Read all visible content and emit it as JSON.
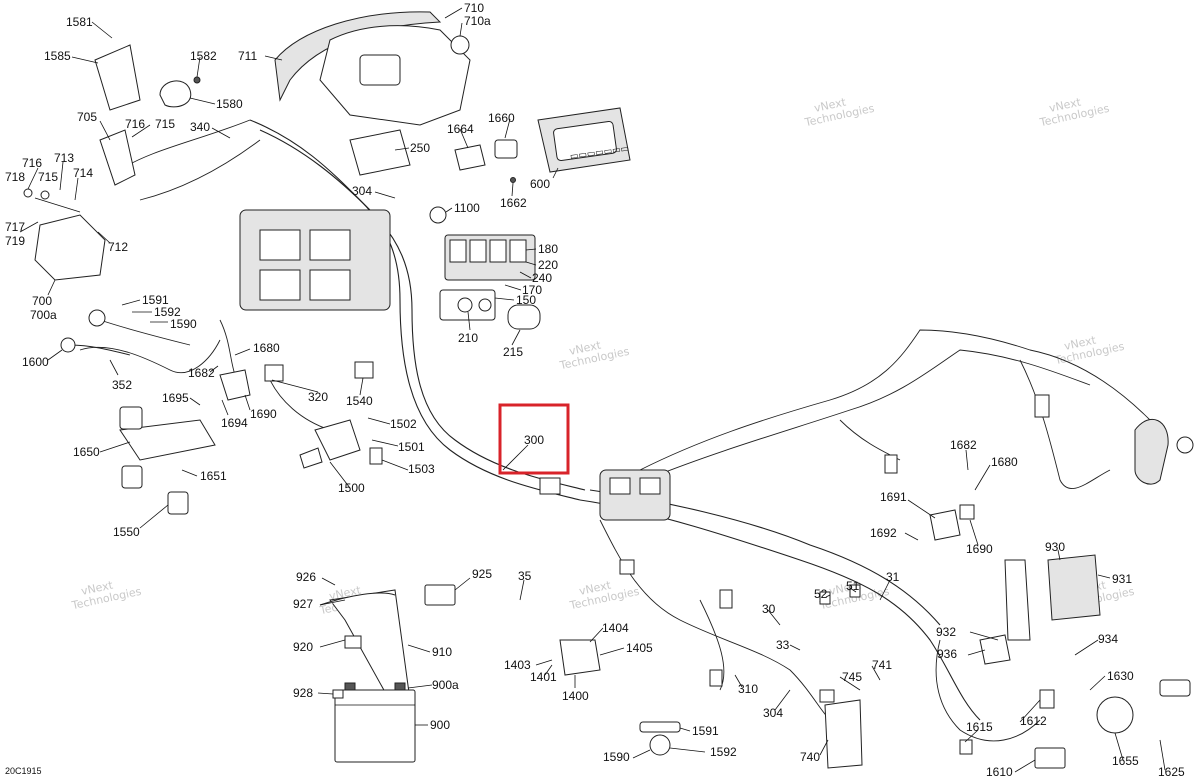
{
  "diagram_code": "20C1915",
  "watermark_text": [
    "vNext",
    "Technologies"
  ],
  "highlight_color": "#d8232a",
  "callouts": [
    {
      "id": "1581",
      "text": "1581"
    },
    {
      "id": "1585",
      "text": "1585"
    },
    {
      "id": "1582",
      "text": "1582"
    },
    {
      "id": "1580",
      "text": "1580"
    },
    {
      "id": "705",
      "text": "705"
    },
    {
      "id": "716a",
      "text": "716"
    },
    {
      "id": "715a",
      "text": "715"
    },
    {
      "id": "340",
      "text": "340"
    },
    {
      "id": "711",
      "text": "711"
    },
    {
      "id": "710",
      "text": "710"
    },
    {
      "id": "710a",
      "text": "710a"
    },
    {
      "id": "716",
      "text": "716"
    },
    {
      "id": "713",
      "text": "713"
    },
    {
      "id": "718",
      "text": "718"
    },
    {
      "id": "715",
      "text": "715"
    },
    {
      "id": "714",
      "text": "714"
    },
    {
      "id": "717",
      "text": "717"
    },
    {
      "id": "719",
      "text": "719"
    },
    {
      "id": "712",
      "text": "712"
    },
    {
      "id": "700",
      "text": "700"
    },
    {
      "id": "700a",
      "text": "700a"
    },
    {
      "id": "1591a",
      "text": "1591"
    },
    {
      "id": "1592a",
      "text": "1592"
    },
    {
      "id": "1590a",
      "text": "1590"
    },
    {
      "id": "1600",
      "text": "1600"
    },
    {
      "id": "352",
      "text": "352"
    },
    {
      "id": "1680a",
      "text": "1680"
    },
    {
      "id": "1682a",
      "text": "1682"
    },
    {
      "id": "1695",
      "text": "1695"
    },
    {
      "id": "1694",
      "text": "1694"
    },
    {
      "id": "1690a",
      "text": "1690"
    },
    {
      "id": "1650",
      "text": "1650"
    },
    {
      "id": "1651",
      "text": "1651"
    },
    {
      "id": "1550",
      "text": "1550"
    },
    {
      "id": "320",
      "text": "320"
    },
    {
      "id": "1540",
      "text": "1540"
    },
    {
      "id": "1502",
      "text": "1502"
    },
    {
      "id": "1501",
      "text": "1501"
    },
    {
      "id": "1503",
      "text": "1503"
    },
    {
      "id": "1500",
      "text": "1500"
    },
    {
      "id": "250",
      "text": "250"
    },
    {
      "id": "304a",
      "text": "304"
    },
    {
      "id": "1100",
      "text": "1100"
    },
    {
      "id": "1664",
      "text": "1664"
    },
    {
      "id": "1660",
      "text": "1660"
    },
    {
      "id": "1662",
      "text": "1662"
    },
    {
      "id": "600",
      "text": "600"
    },
    {
      "id": "180",
      "text": "180"
    },
    {
      "id": "220",
      "text": "220"
    },
    {
      "id": "240",
      "text": "240"
    },
    {
      "id": "170",
      "text": "170"
    },
    {
      "id": "150",
      "text": "150"
    },
    {
      "id": "210",
      "text": "210"
    },
    {
      "id": "215",
      "text": "215"
    },
    {
      "id": "300",
      "text": "300"
    },
    {
      "id": "1682b",
      "text": "1682"
    },
    {
      "id": "1680b",
      "text": "1680"
    },
    {
      "id": "1691",
      "text": "1691"
    },
    {
      "id": "1692",
      "text": "1692"
    },
    {
      "id": "1690b",
      "text": "1690"
    },
    {
      "id": "930",
      "text": "930"
    },
    {
      "id": "931",
      "text": "931"
    },
    {
      "id": "932",
      "text": "932"
    },
    {
      "id": "936",
      "text": "936"
    },
    {
      "id": "934",
      "text": "934"
    },
    {
      "id": "926",
      "text": "926"
    },
    {
      "id": "925",
      "text": "925"
    },
    {
      "id": "927",
      "text": "927"
    },
    {
      "id": "920",
      "text": "920"
    },
    {
      "id": "910",
      "text": "910"
    },
    {
      "id": "928",
      "text": "928"
    },
    {
      "id": "900a",
      "text": "900a"
    },
    {
      "id": "900",
      "text": "900"
    },
    {
      "id": "35",
      "text": "35"
    },
    {
      "id": "1404",
      "text": "1404"
    },
    {
      "id": "1405",
      "text": "1405"
    },
    {
      "id": "1403",
      "text": "1403"
    },
    {
      "id": "1401",
      "text": "1401"
    },
    {
      "id": "1400",
      "text": "1400"
    },
    {
      "id": "51",
      "text": "51"
    },
    {
      "id": "31",
      "text": "31"
    },
    {
      "id": "52",
      "text": "52"
    },
    {
      "id": "30",
      "text": "30"
    },
    {
      "id": "33",
      "text": "33"
    },
    {
      "id": "310",
      "text": "310"
    },
    {
      "id": "304b",
      "text": "304"
    },
    {
      "id": "741",
      "text": "741"
    },
    {
      "id": "745",
      "text": "745"
    },
    {
      "id": "740",
      "text": "740"
    },
    {
      "id": "1591b",
      "text": "1591"
    },
    {
      "id": "1590b",
      "text": "1590"
    },
    {
      "id": "1592b",
      "text": "1592"
    },
    {
      "id": "1630",
      "text": "1630"
    },
    {
      "id": "1615",
      "text": "1615"
    },
    {
      "id": "1612",
      "text": "1612"
    },
    {
      "id": "1610",
      "text": "1610"
    },
    {
      "id": "1655",
      "text": "1655"
    },
    {
      "id": "1625",
      "text": "1625"
    }
  ]
}
